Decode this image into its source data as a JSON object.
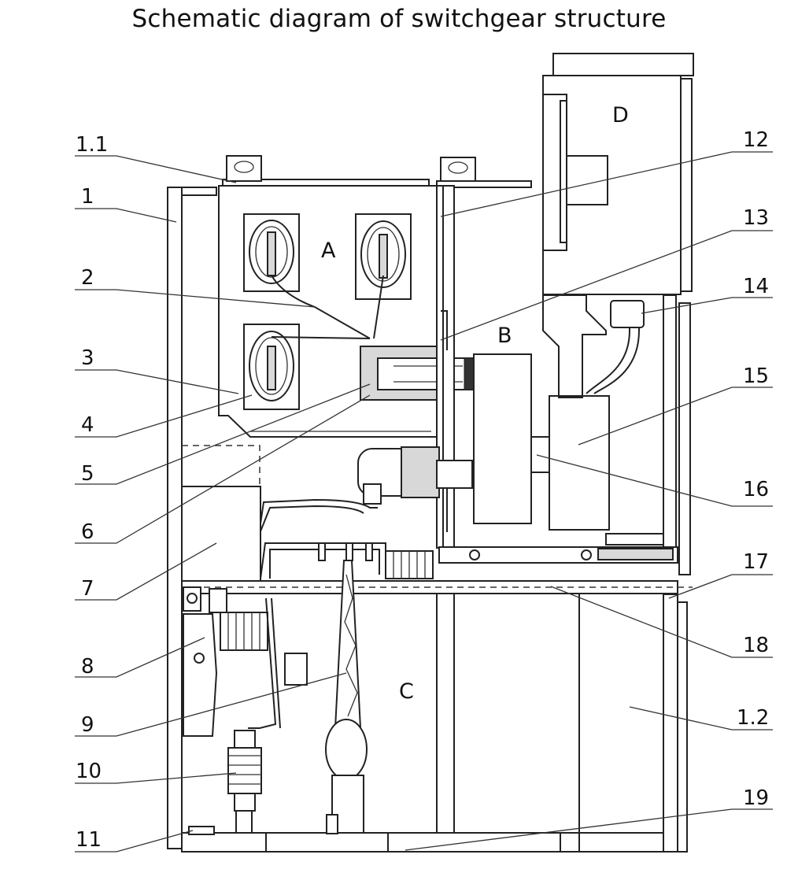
{
  "title": "Schematic diagram of switchgear structure",
  "zones": {
    "a": "A",
    "b": "B",
    "c": "C",
    "d": "D"
  },
  "labels": {
    "l1_1": "1.1",
    "l1": "1",
    "l2": "2",
    "l3": "3",
    "l4": "4",
    "l5": "5",
    "l6": "6",
    "l7": "7",
    "l8": "8",
    "l9": "9",
    "l10": "10",
    "l11": "11",
    "l12": "12",
    "l13": "13",
    "l14": "14",
    "l15": "15",
    "l16": "16",
    "l17": "17",
    "l18": "18",
    "l1_2": "1.2",
    "l19": "19"
  }
}
